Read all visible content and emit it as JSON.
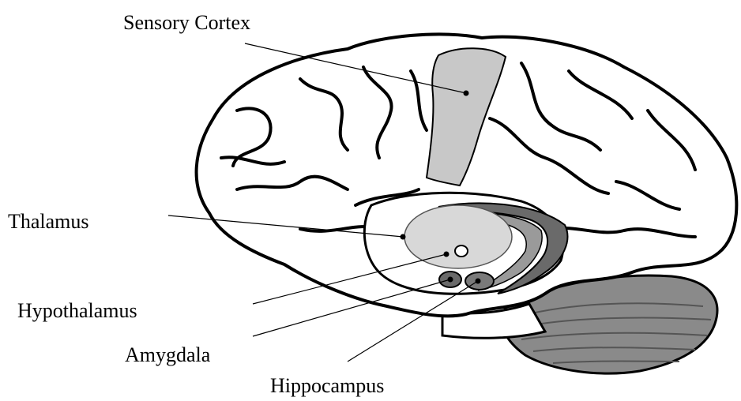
{
  "labels": {
    "sensory_cortex": "Sensory Cortex",
    "thalamus": "Thalamus",
    "hypothalamus": "Hypothalamus",
    "amygdala": "Amygdala",
    "hippocampus": "Hippocampus"
  },
  "colors": {
    "outline": "#000000",
    "sensory_cortex_fill": "#c8c8c8",
    "thalamus_fill": "#d8d8d8",
    "limbic_dark": "#6a6a6a",
    "limbic_mid": "#9a9a9a",
    "cerebellum_fill": "#8a8a8a"
  }
}
